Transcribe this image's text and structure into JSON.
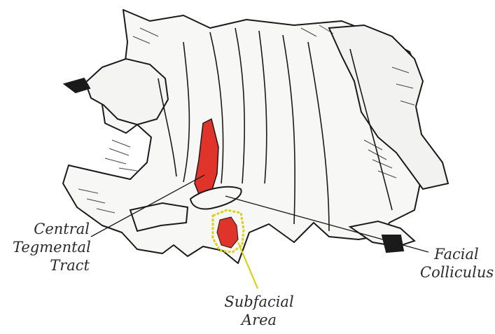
{
  "labels": {
    "central_tegmental_tract": [
      "Central",
      "Tegmental",
      "Tract"
    ],
    "facial_colliculus": [
      "Facial",
      "Colliculus"
    ],
    "subfacial_area": [
      "Subfacial",
      "Area"
    ]
  },
  "colors": {
    "tract_highlight": "#e0332a",
    "subfacial_outline": "#d8d21a",
    "ink": "#1a1a1a",
    "paper": "#ffffff"
  }
}
